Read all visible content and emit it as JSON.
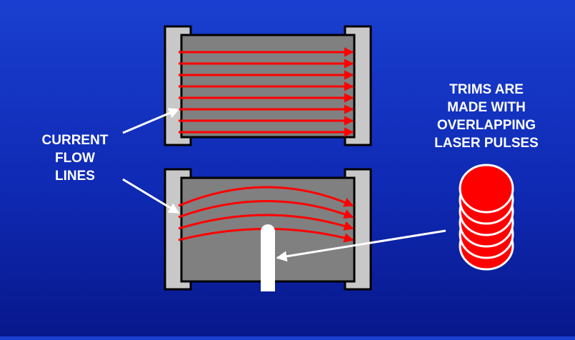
{
  "labels": {
    "current_flow": [
      "CURRENT",
      "FLOW",
      "LINES"
    ],
    "trims": [
      "TRIMS ARE",
      "MADE WITH",
      "OVERLAPPING",
      "LASER PULSES"
    ]
  },
  "colors": {
    "background": "#1030c0",
    "resistor_body": "#808080",
    "terminal": "#c8c8c8",
    "flow_line": "#ff0000",
    "laser_pulse": "#ff0000",
    "trim_cut": "#ffffff",
    "pointer": "#ffffff"
  },
  "diagram": {
    "top_resistor": {
      "flow_lines": 8,
      "trimmed": false
    },
    "bottom_resistor": {
      "flow_lines": 4,
      "trimmed": true
    },
    "laser_pulses": 6
  }
}
